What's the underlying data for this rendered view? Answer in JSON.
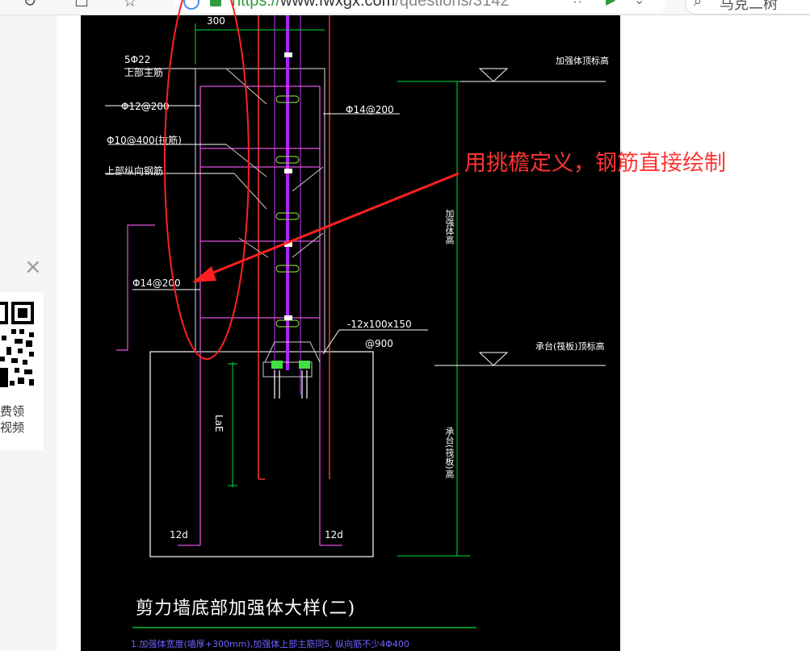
{
  "browser": {
    "url_scheme": "https://",
    "url_host": "www.fwxgx.com",
    "url_path": "/questions/3142",
    "search_text": "马克二树",
    "icons": [
      "refresh-icon",
      "share-icon",
      "star-icon",
      "site-icon",
      "lock-icon",
      "grid-icon",
      "play-icon",
      "chevron-down-icon",
      "search-icon"
    ]
  },
  "side_panel": {
    "close_symbol": "×",
    "qr_line1": "费领",
    "qr_line2": "视频"
  },
  "annotation_text": "用挑檐定义，钢筋直接绘制",
  "drawing": {
    "top_dim": "300",
    "labels": {
      "rebar_5_22": "5Φ22",
      "upper_main_bar": "上部主筋",
      "bar_12_200": "Φ12@200",
      "bar_10_400": "Φ10@400(拉筋)",
      "upper_dist_bar": "上部纵向钢筋",
      "bar_14_200_right": "Φ14@200",
      "bar_14_200_left": "Φ14@200",
      "plate": "-12x100x150",
      "plate_spacing": "@900",
      "rebar_elev": "加强体顶标高",
      "cap_elev": "承台(筏板)顶标高",
      "reinforce_height": "加强体高",
      "cap_height": "承台(筏板)高",
      "lae": "LaE",
      "hook_left": "12d",
      "hook_right": "12d"
    },
    "title": "剪力墙底部加强体大样(二)",
    "note": "1.加强体宽度(墙厚+300mm),加强体上部主筋同5, 纵向筋不少4Φ400"
  }
}
